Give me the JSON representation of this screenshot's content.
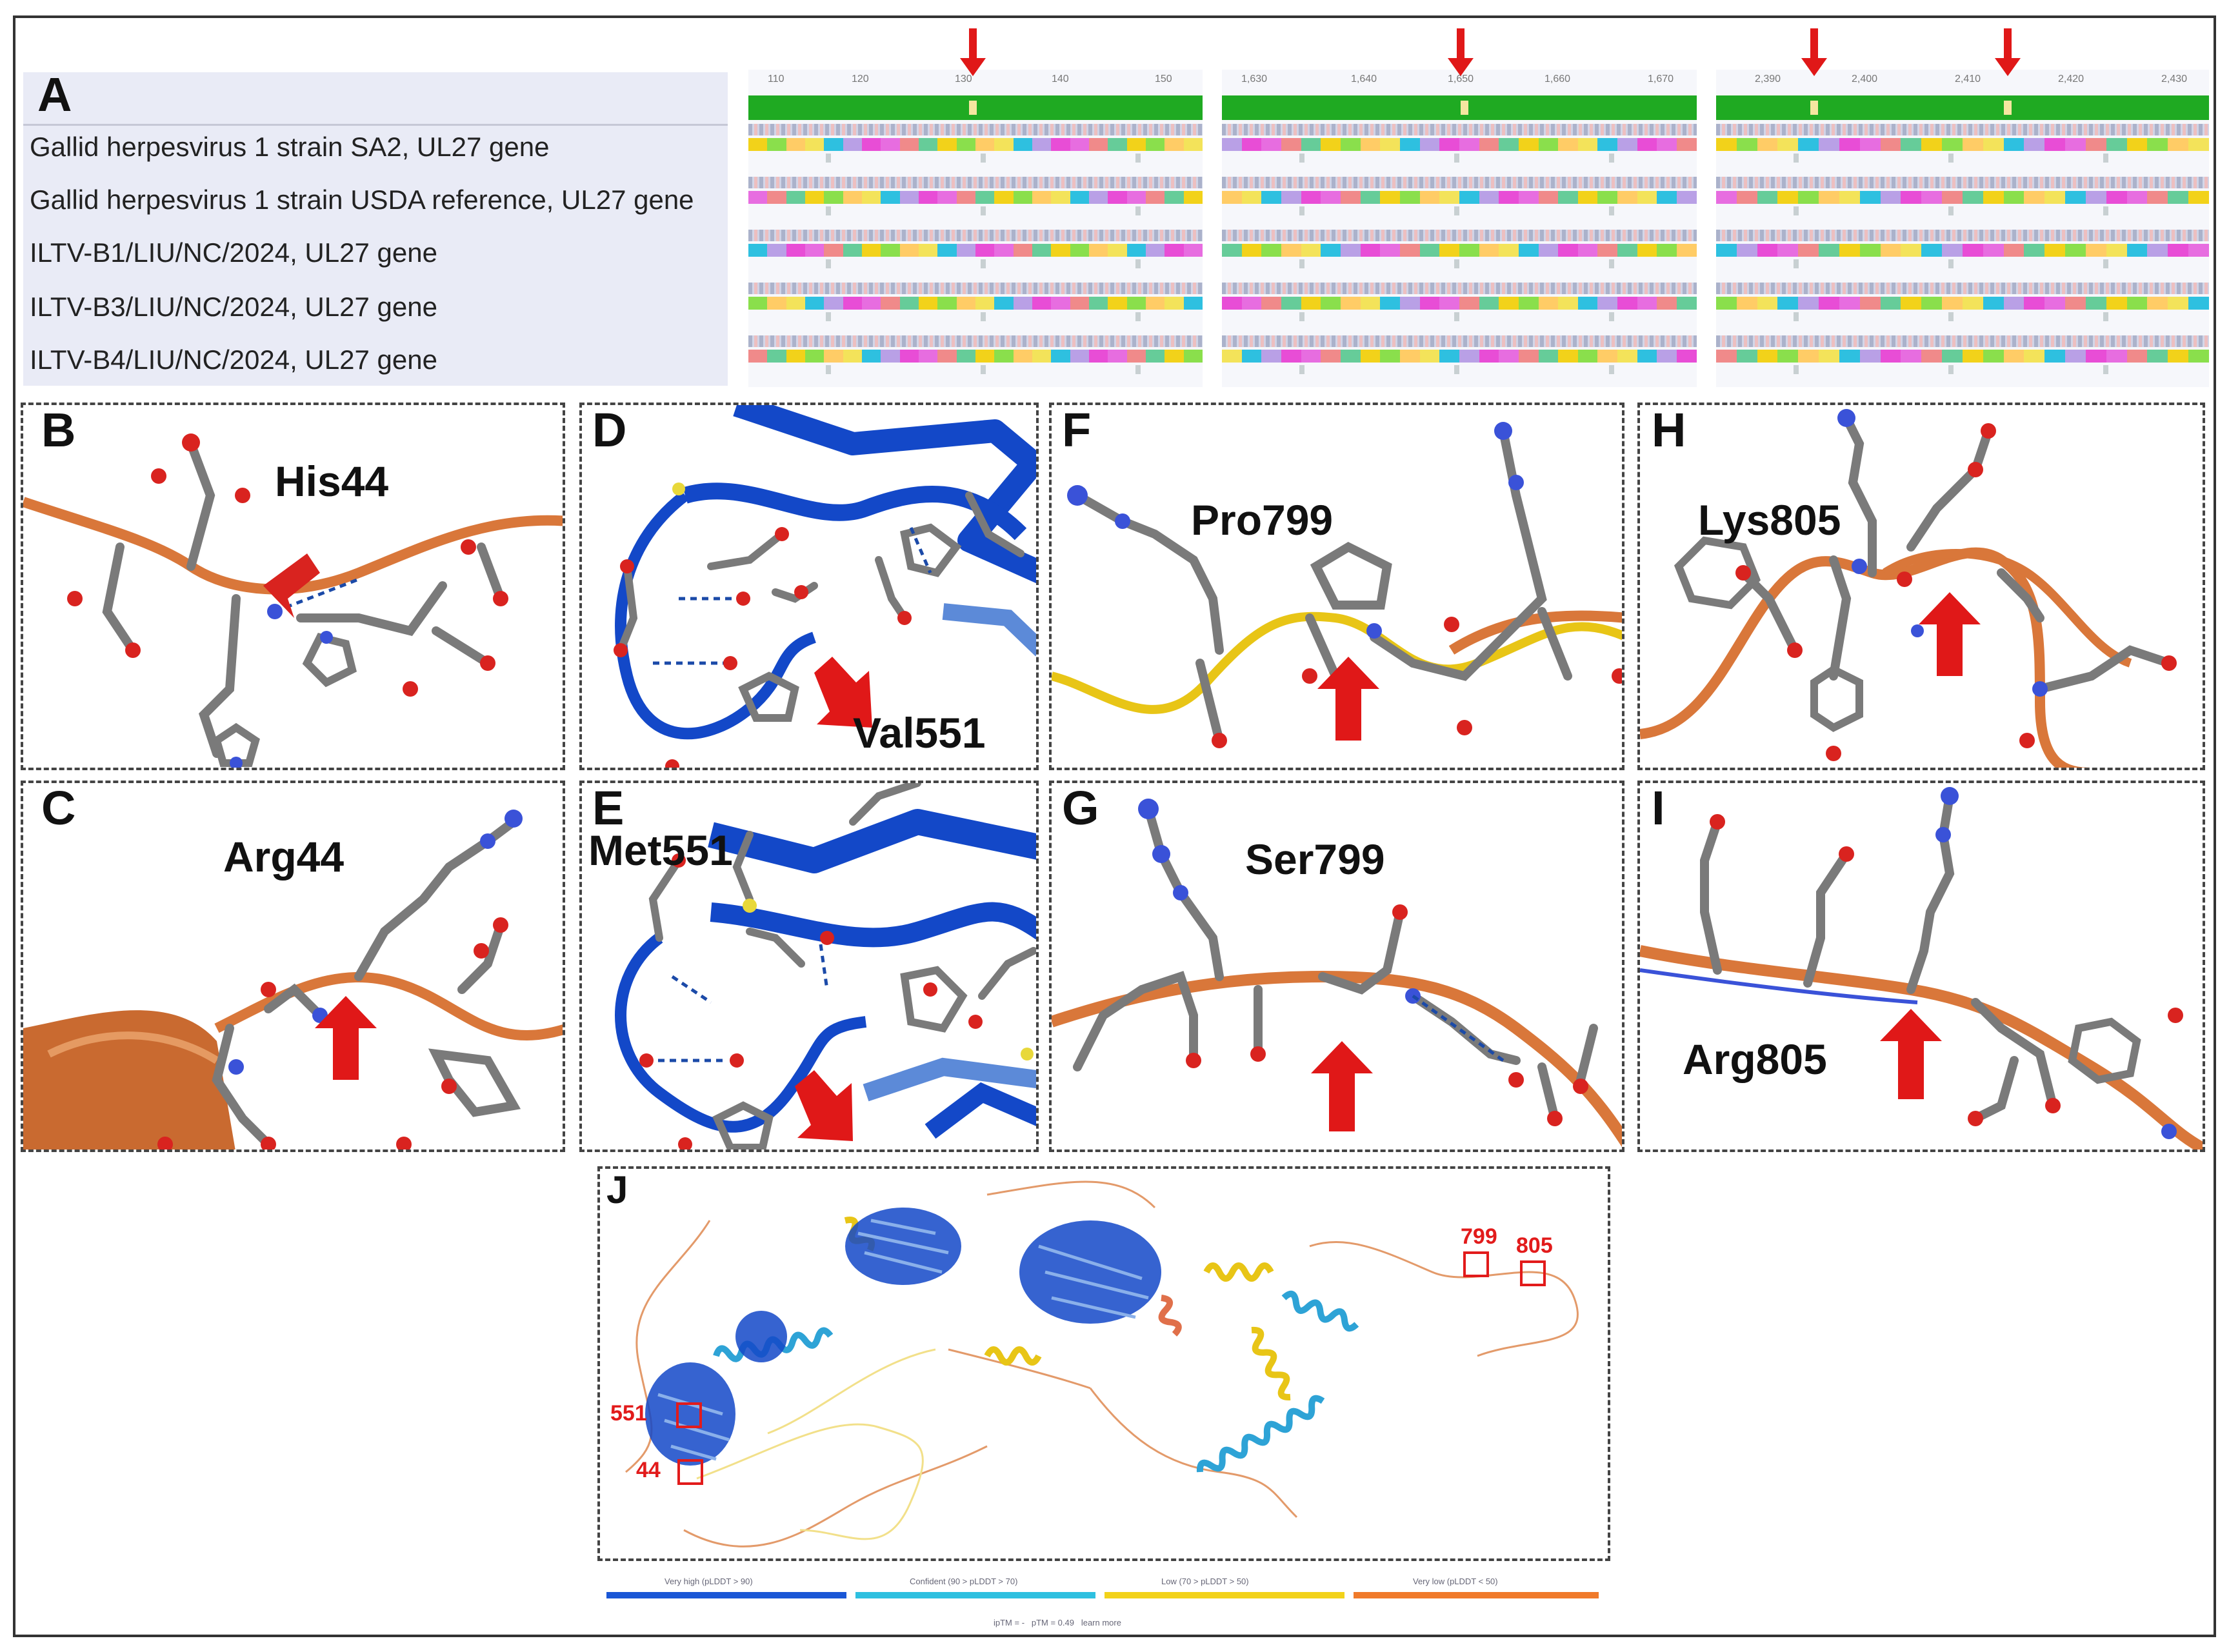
{
  "panel_letters": {
    "A": "A",
    "B": "B",
    "C": "C",
    "D": "D",
    "E": "E",
    "F": "F",
    "G": "G",
    "H": "H",
    "I": "I",
    "J": "J"
  },
  "panel_a": {
    "labels": [
      "Gallid herpesvirus 1 strain SA2, UL27 gene",
      "Gallid herpesvirus 1 strain USDA reference, UL27 gene",
      "ILTV-B1/LIU/NC/2024, UL27 gene",
      "ILTV-B3/LIU/NC/2024, UL27 gene",
      "ILTV-B4/LIU/NC/2024, UL27 gene"
    ],
    "ruler_blocks": [
      [
        "110",
        "120",
        "130",
        "140",
        "150"
      ],
      [
        "1,630",
        "1,640",
        "1,650",
        "1,660",
        "1,670"
      ],
      [
        "2,390",
        "2,400",
        "2,410",
        "2,420",
        "2,430"
      ]
    ],
    "highlight_color": "#1faa22",
    "arrow_color": "#e01818"
  },
  "residues": {
    "B": "His44",
    "C": "Arg44",
    "D": "Val551",
    "E": "Met551",
    "F": "Pro799",
    "G": "Ser799",
    "H": "Lys805",
    "I": "Arg805"
  },
  "panel_j": {
    "site_labels": [
      "799",
      "805",
      "551",
      "44"
    ],
    "legend": [
      {
        "text": "Very high (pLDDT > 90)",
        "color": "#1a57d6"
      },
      {
        "text": "Confident (90 > pLDDT > 70)",
        "color": "#2ec0e0"
      },
      {
        "text": "Low (70 > pLDDT > 50)",
        "color": "#f2d21a"
      },
      {
        "text": "Very low (pLDDT < 50)",
        "color": "#f07a2a"
      }
    ],
    "footer": "ipTM = -   pTM = 0.49   learn more"
  },
  "colors": {
    "ribbon_orange": "#d9773a",
    "ribbon_blue": "#1348c8",
    "ribbon_yellow": "#e8c516",
    "stick_grey": "#7a7a7a",
    "oxygen_red": "#d9231f",
    "nitrogen_blue": "#3a52d8"
  }
}
